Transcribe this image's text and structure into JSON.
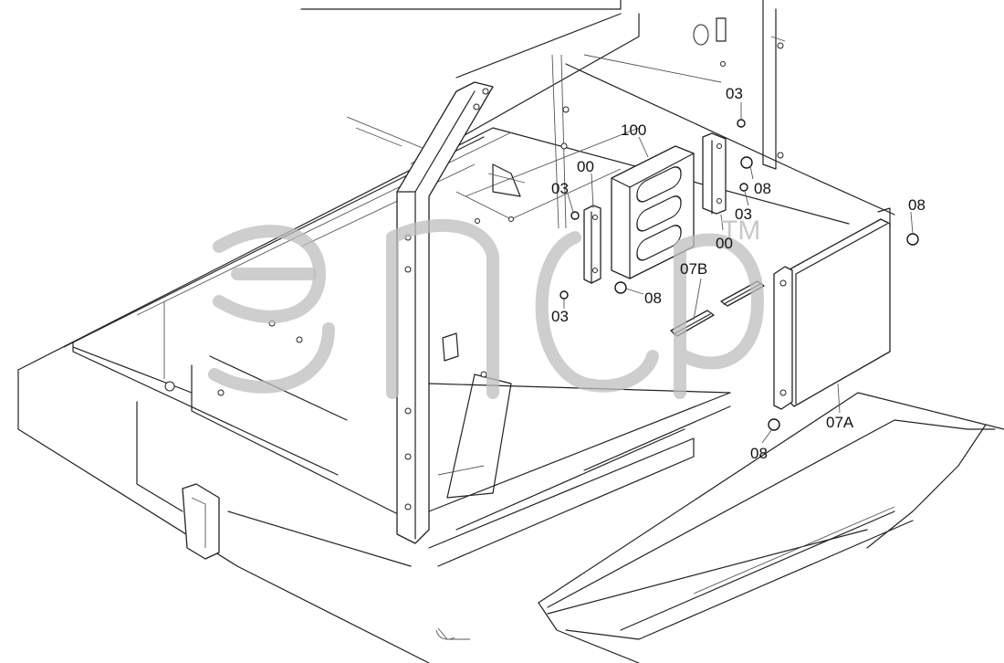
{
  "diagram": {
    "labels": {
      "part_100": "100",
      "part_00_upper": "00",
      "part_00_right": "00",
      "part_03_top": "03",
      "part_03_left": "03",
      "part_03_right": "03",
      "part_03_lower": "03",
      "part_08_mid_right": "08",
      "part_08_far_right": "08",
      "part_08_center": "08",
      "part_08_bottom": "08",
      "part_07A": "07A",
      "part_07B": "07B"
    },
    "watermark": {
      "text": "эпср",
      "trademark": "TM"
    }
  }
}
